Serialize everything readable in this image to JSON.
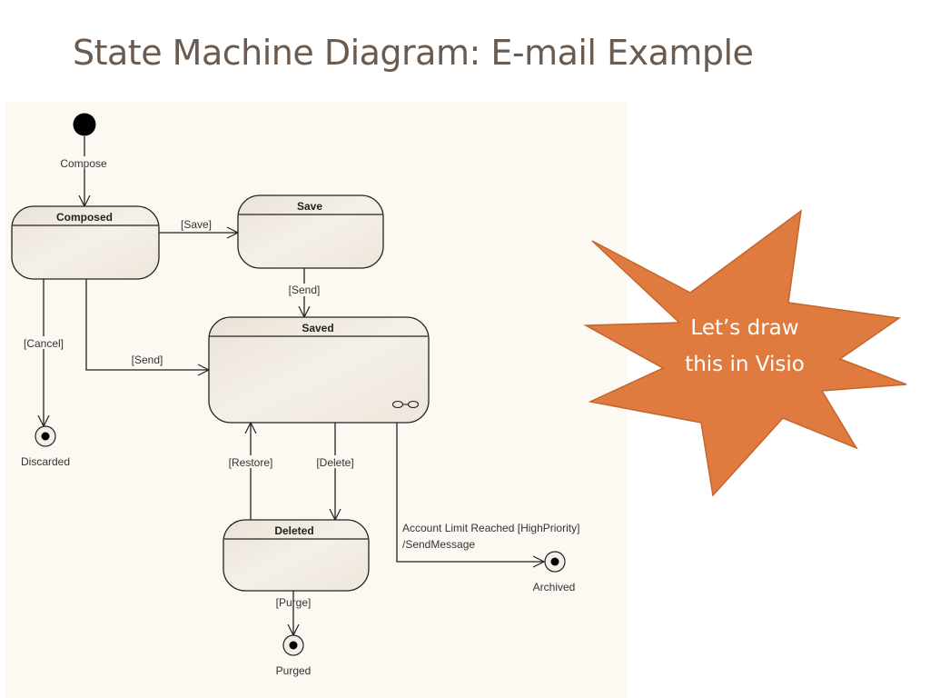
{
  "slide": {
    "title": "State Machine Diagram: E-mail Example",
    "callout": {
      "line1": "Let’s draw",
      "line2": "this in Visio",
      "color": "#e07b3f"
    }
  },
  "diagram": {
    "states": {
      "composed": "Composed",
      "save": "Save",
      "saved": "Saved",
      "deleted": "Deleted"
    },
    "final_states": {
      "discarded": "Discarded",
      "archived": "Archived",
      "purged": "Purged"
    },
    "transitions": {
      "compose": "Compose",
      "save": "[Save]",
      "send_from_save": "[Send]",
      "send_from_composed": "[Send]",
      "cancel": "[Cancel]",
      "restore": "[Restore]",
      "delete": "[Delete]",
      "archive_line1": "Account Limit Reached [HighPriority]",
      "archive_line2": "/SendMessage",
      "purge": "[Purge]"
    }
  }
}
